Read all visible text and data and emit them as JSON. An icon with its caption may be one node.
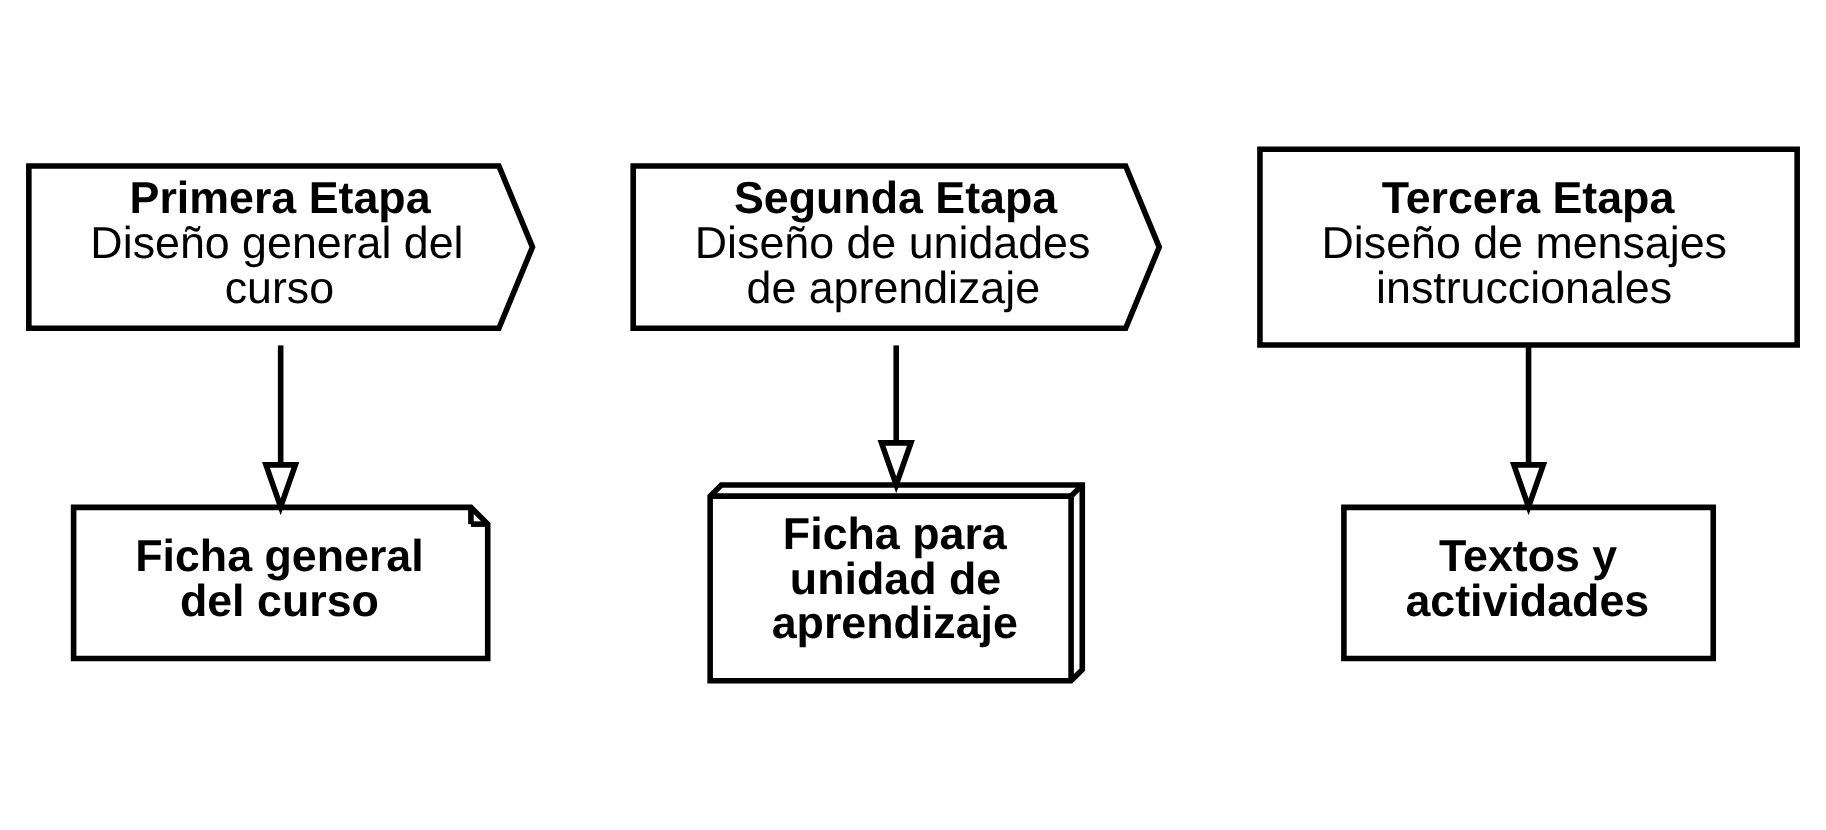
{
  "diagram": {
    "nodes": [
      {
        "text": [
          "Primera Etapa",
          "Diseño general del curso"
        ]
      },
      {
        "text": [
          "Segunda Etapa",
          "Diseño de unidades de aprendizaje"
        ]
      },
      {
        "text": [
          "Tercera Etapa",
          "Diseño de mensajes instruccionales"
        ]
      },
      {
        "text": [
          "Ficha general del curso"
        ]
      },
      {
        "text": [
          "Ficha para unidad de aprendizaje"
        ]
      },
      {
        "text": [
          "Textos y actividades"
        ]
      }
    ],
    "edges": [
      {
        "from": 0,
        "to": 3,
        "arrow": "to"
      },
      {
        "from": 1,
        "to": 4,
        "arrow": "to"
      },
      {
        "from": 2,
        "to": 5,
        "arrow": "to"
      }
    ]
  }
}
